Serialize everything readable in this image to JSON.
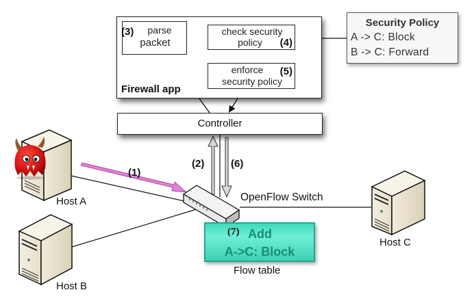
{
  "diagram": {
    "type": "SDN firewall flow diagram",
    "firewall_app": {
      "label": "Firewall app",
      "steps": {
        "parse": {
          "num": "(3)",
          "line1": "parse",
          "line2": "packet"
        },
        "check": {
          "num": "(4)",
          "line1": "check security",
          "line2": "policy"
        },
        "enforce": {
          "num": "(5)",
          "line1": "enforce",
          "line2": "security policy"
        }
      }
    },
    "security_policy": {
      "title": "Security Policy",
      "rules": [
        "A -> C: Block",
        "B -> C: Forward"
      ]
    },
    "controller": {
      "label": "Controller"
    },
    "switch": {
      "label": "OpenFlow Switch"
    },
    "flow_table": {
      "label": "Flow table",
      "step_num": "(7)",
      "action": "Add",
      "rule": "A->C: Block",
      "fill_color": "#4fe0c4",
      "text_color": "#178f74"
    },
    "steps_on_links": {
      "host_to_switch": "(1)",
      "switch_to_controller": "(2)",
      "controller_to_switch": "(6)"
    },
    "hosts": [
      {
        "label": "Host A",
        "note": "malicious (devil icon)"
      },
      {
        "label": "Host B"
      },
      {
        "label": "Host C"
      }
    ],
    "colors": {
      "attack_arrow": "#e27fd6",
      "line": "#111111"
    }
  }
}
